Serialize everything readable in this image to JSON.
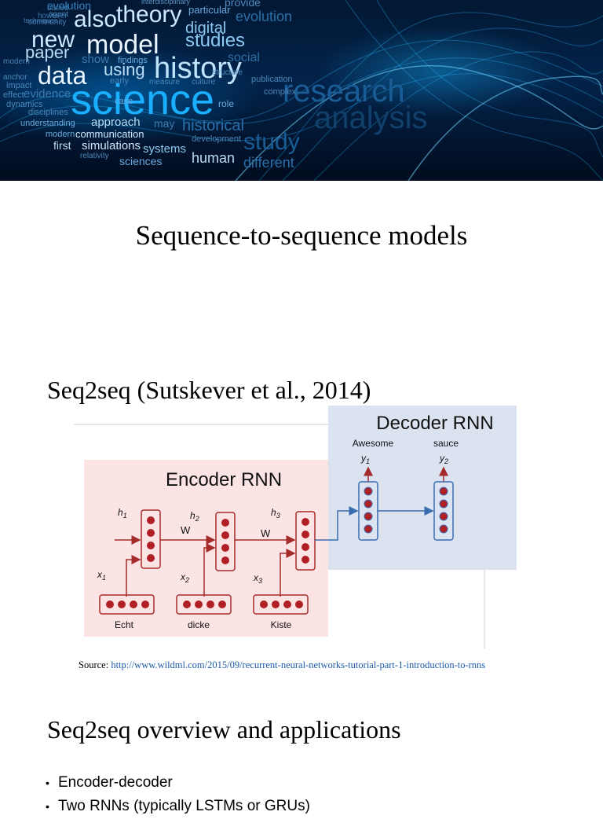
{
  "banner": {
    "words": [
      "also",
      "theory",
      "new",
      "paper",
      "model",
      "studies",
      "data",
      "using",
      "history",
      "science",
      "approach",
      "communication",
      "simulations",
      "systems",
      "human",
      "sciences",
      "historical",
      "evolution",
      "particular",
      "research",
      "analysis",
      "study",
      "dynamics",
      "understanding",
      "first",
      "modern",
      "different",
      "case",
      "role",
      "findings",
      "show",
      "early",
      "culture",
      "digital",
      "impact",
      "effect",
      "publication",
      "based",
      "agent",
      "community",
      "however",
      "techniques",
      "interdisciplinary",
      "provide",
      "structure",
      "development",
      "disciplines",
      "evidence",
      "complex",
      "measure",
      "relativity",
      "may",
      "social",
      "anchor"
    ]
  },
  "slide": {
    "title": "Sequence-to-sequence models"
  },
  "section1": {
    "heading": "Seq2seq (Sutskever et al., 2014)"
  },
  "figure": {
    "decoder_label": "Decoder RNN",
    "encoder_label": "Encoder RNN",
    "outputs": [
      {
        "word": "Awesome",
        "var": "y",
        "sub": "1"
      },
      {
        "word": "sauce",
        "var": "y",
        "sub": "2"
      }
    ],
    "hidden_labels": [
      {
        "var": "h",
        "sub": "1"
      },
      {
        "var": "h",
        "sub": "2"
      },
      {
        "var": "h",
        "sub": "3"
      }
    ],
    "weight_label": "W",
    "inputs": [
      {
        "word": "Echt",
        "var": "x",
        "sub": "1"
      },
      {
        "word": "dicke",
        "var": "x",
        "sub": "2"
      },
      {
        "word": "Kiste",
        "var": "x",
        "sub": "3"
      }
    ],
    "colors": {
      "decoder_bg": "#dbe3f1",
      "encoder_bg": "#fde4e4",
      "encoder_stroke": "#a52a2a",
      "decoder_stroke": "#3a6db0",
      "unit_fill": "#b01f24"
    }
  },
  "source": {
    "label": "Source:",
    "url": "http://www.wildml.com/2015/09/recurrent-neural-networks-tutorial-part-1-introduction-to-rnns"
  },
  "section2": {
    "heading": "Seq2seq overview and applications",
    "bullets": [
      "Encoder-decoder",
      "Two RNNs (typically LSTMs or GRUs)"
    ]
  }
}
